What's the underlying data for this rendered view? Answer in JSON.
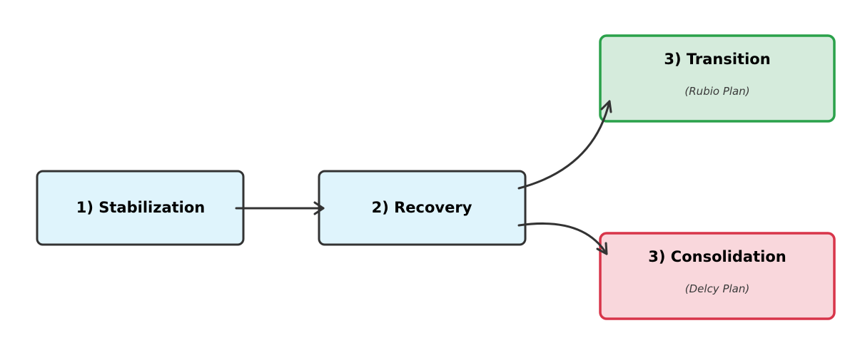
{
  "diagram": {
    "nodes": {
      "stabilization": {
        "title": "1) Stabilization",
        "subtitle": "",
        "fill": "#dff4fc",
        "stroke": "#333333"
      },
      "recovery": {
        "title": "2) Recovery",
        "subtitle": "",
        "fill": "#dff4fc",
        "stroke": "#333333"
      },
      "transition": {
        "title": "3) Transition",
        "subtitle": "(Rubio Plan)",
        "fill": "#d5ebdc",
        "stroke": "#2aa14a"
      },
      "consolidation": {
        "title": "3) Consolidation",
        "subtitle": "(Delcy Plan)",
        "fill": "#f9d7dc",
        "stroke": "#d8354a"
      }
    },
    "edges": [
      {
        "from": "stabilization",
        "to": "recovery"
      },
      {
        "from": "recovery",
        "to": "transition"
      },
      {
        "from": "recovery",
        "to": "consolidation"
      }
    ],
    "edge_color": "#333333"
  }
}
